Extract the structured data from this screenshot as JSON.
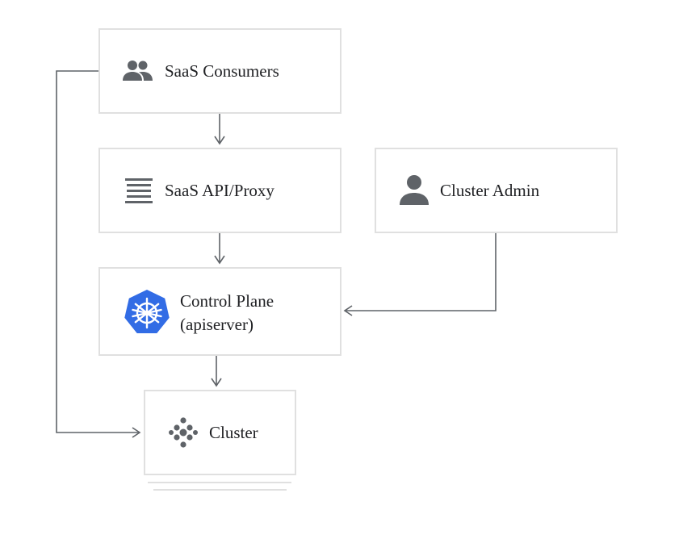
{
  "nodes": {
    "saas_consumers": {
      "label": "SaaS Consumers",
      "icon": "people-icon"
    },
    "saas_api_proxy": {
      "label": "SaaS API/Proxy",
      "icon": "list-lines-icon"
    },
    "cluster_admin": {
      "label": "Cluster Admin",
      "icon": "person-icon"
    },
    "control_plane": {
      "label_line1": "Control Plane",
      "label_line2": "(apiserver)",
      "icon": "kubernetes-helm-icon",
      "icon_color": "#326ce5"
    },
    "cluster": {
      "label": "Cluster",
      "icon": "dots-cluster-icon"
    }
  },
  "edges": [
    {
      "from": "saas_consumers",
      "to": "saas_api_proxy"
    },
    {
      "from": "saas_api_proxy",
      "to": "control_plane"
    },
    {
      "from": "control_plane",
      "to": "cluster"
    },
    {
      "from": "cluster_admin",
      "to": "control_plane"
    },
    {
      "from": "saas_consumers",
      "to": "cluster"
    }
  ],
  "colors": {
    "box_border": "#e0e0e0",
    "arrow": "#5f6368",
    "icon_gray": "#5f6368",
    "kubernetes_blue": "#326ce5"
  }
}
